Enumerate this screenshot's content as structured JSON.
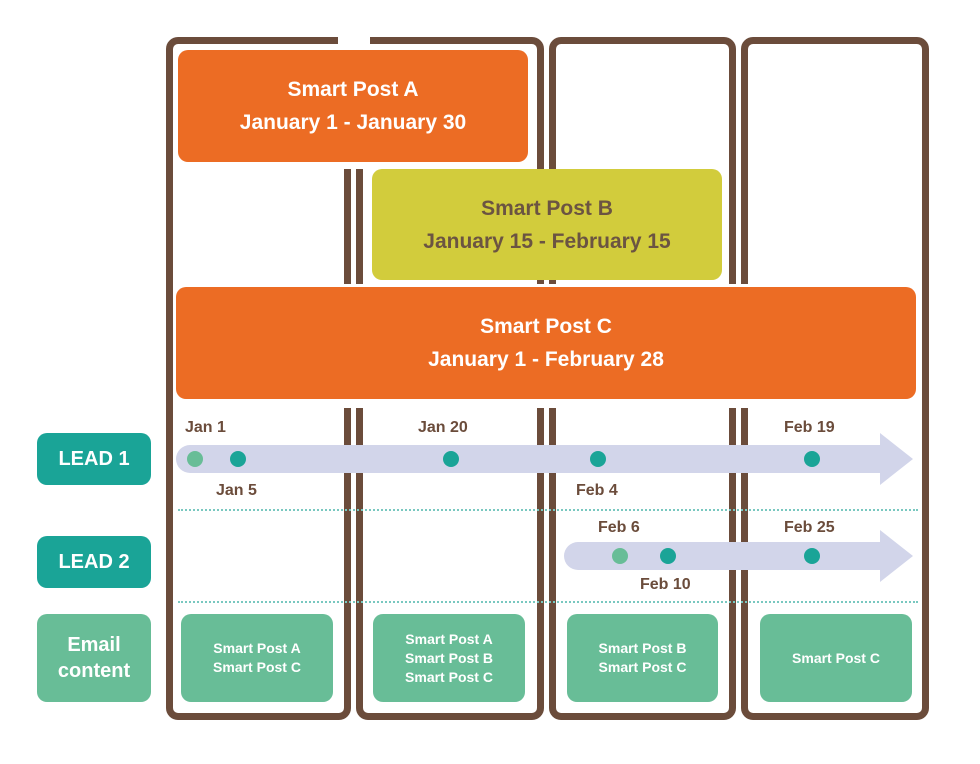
{
  "posts": {
    "a": {
      "title": "Smart Post A",
      "range": "January 1 - January 30"
    },
    "b": {
      "title": "Smart Post B",
      "range": "January 15 - February 15"
    },
    "c": {
      "title": "Smart Post C",
      "range": "January 1 - February 28"
    }
  },
  "rows": {
    "lead1": "LEAD 1",
    "lead2": "LEAD 2",
    "email_line1": "Email",
    "email_line2": "content"
  },
  "lead1_dates": [
    "Jan 1",
    "Jan 5",
    "Jan 20",
    "Feb 4",
    "Feb 19"
  ],
  "lead2_dates": [
    "Feb 6",
    "Feb 10",
    "Feb 25"
  ],
  "email_cards": [
    [
      "Smart Post A",
      "Smart Post C"
    ],
    [
      "Smart Post A",
      "Smart Post B",
      "Smart Post C"
    ],
    [
      "Smart Post B",
      "Smart Post C"
    ],
    [
      "Smart Post C"
    ]
  ],
  "colors": {
    "brown": "#6b4c3b",
    "orange": "#ec6c24",
    "yellow_green": "#d2cc3c",
    "teal": "#1aa497",
    "light_green": "#68bd97",
    "arrow": "#d2d5ea",
    "dot_dark": "#1aa497",
    "dot_light": "#68bd97"
  }
}
